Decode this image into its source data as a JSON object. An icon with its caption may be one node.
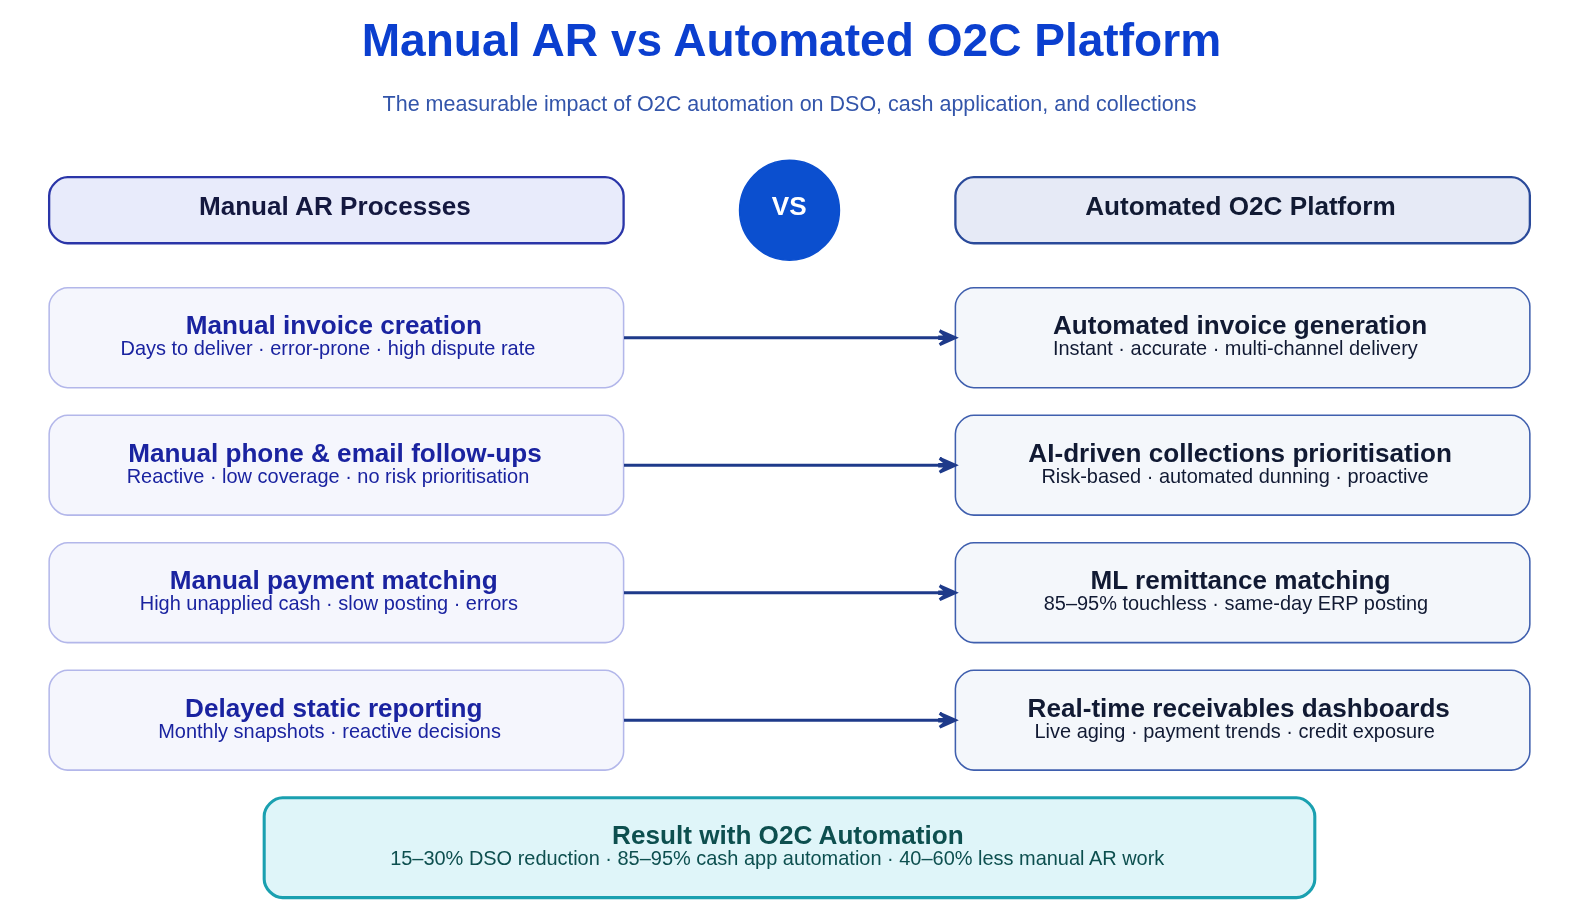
{
  "diagram": {
    "title": "Manual AR vs Automated O2C Platform",
    "nodes": [
      {
        "text": [
          "Manual AR Processes"
        ]
      },
      {
        "text": [
          "VS"
        ]
      },
      {
        "text": [
          "Automated O2C Platform"
        ]
      },
      {
        "text": [
          "Manual invoice creation",
          "Days to deliver · error-prone · high dispute rate"
        ]
      },
      {
        "text": [
          "Automated invoice generation",
          "Instant · accurate · multi-channel delivery"
        ]
      },
      {
        "text": [
          "Manual phone & email follow-ups",
          "Reactive · low coverage · no risk prioritisation"
        ]
      },
      {
        "text": [
          "AI-driven collections prioritisation",
          "Risk-based · automated dunning · proactive"
        ]
      },
      {
        "text": [
          "Manual payment matching",
          "High unapplied cash · slow posting · errors"
        ]
      },
      {
        "text": [
          "ML remittance matching",
          "85–95% touchless · same-day ERP posting"
        ]
      },
      {
        "text": [
          "Delayed static reporting",
          "Monthly snapshots · reactive decisions"
        ]
      },
      {
        "text": [
          "Real-time receivables dashboards",
          "Live aging · payment trends · credit exposure"
        ]
      },
      {
        "text": [
          "Result with O2C Automation",
          "15–30% DSO reduction · 85–95% cash app automation · 40–60% less manual AR work"
        ]
      }
    ],
    "edges": [
      {
        "from": 3,
        "to": 4,
        "arrow": "to"
      },
      {
        "from": 5,
        "to": 6,
        "arrow": "to"
      },
      {
        "from": 7,
        "to": 8,
        "arrow": "to"
      },
      {
        "from": 9,
        "to": 10,
        "arrow": "to"
      }
    ],
    "labels": [
      "The measurable impact of O2C automation on DSO, cash application, and collections"
    ]
  }
}
